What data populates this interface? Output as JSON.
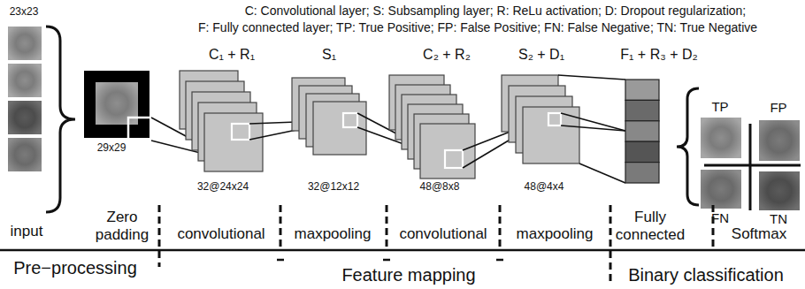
{
  "diagram": {
    "labels": [
      "C: Convolutional layer; S: Subsampling layer; R: ReLu activation; D: Dropout regularization;",
      "F: Fully connected layer; TP: True Positive; FP: False Positive; FN: False Negative; TN: True Negative",
      "23x23",
      "29x29",
      "C₁ + R₁",
      "S₁",
      "C₂ + R₂",
      "S₂ + D₁",
      "F₁ + R₃ + D₂",
      "32@24x24",
      "32@12x12",
      "48@8x8",
      "48@4x4",
      "TP",
      "FP",
      "FN",
      "TN",
      "Zero padding",
      "convolutional",
      "maxpooling",
      "convolutional",
      "maxpooling",
      "Fully connected",
      "Softmax",
      "input",
      "Pre−processing",
      "Feature mapping",
      "Binary classification"
    ]
  }
}
